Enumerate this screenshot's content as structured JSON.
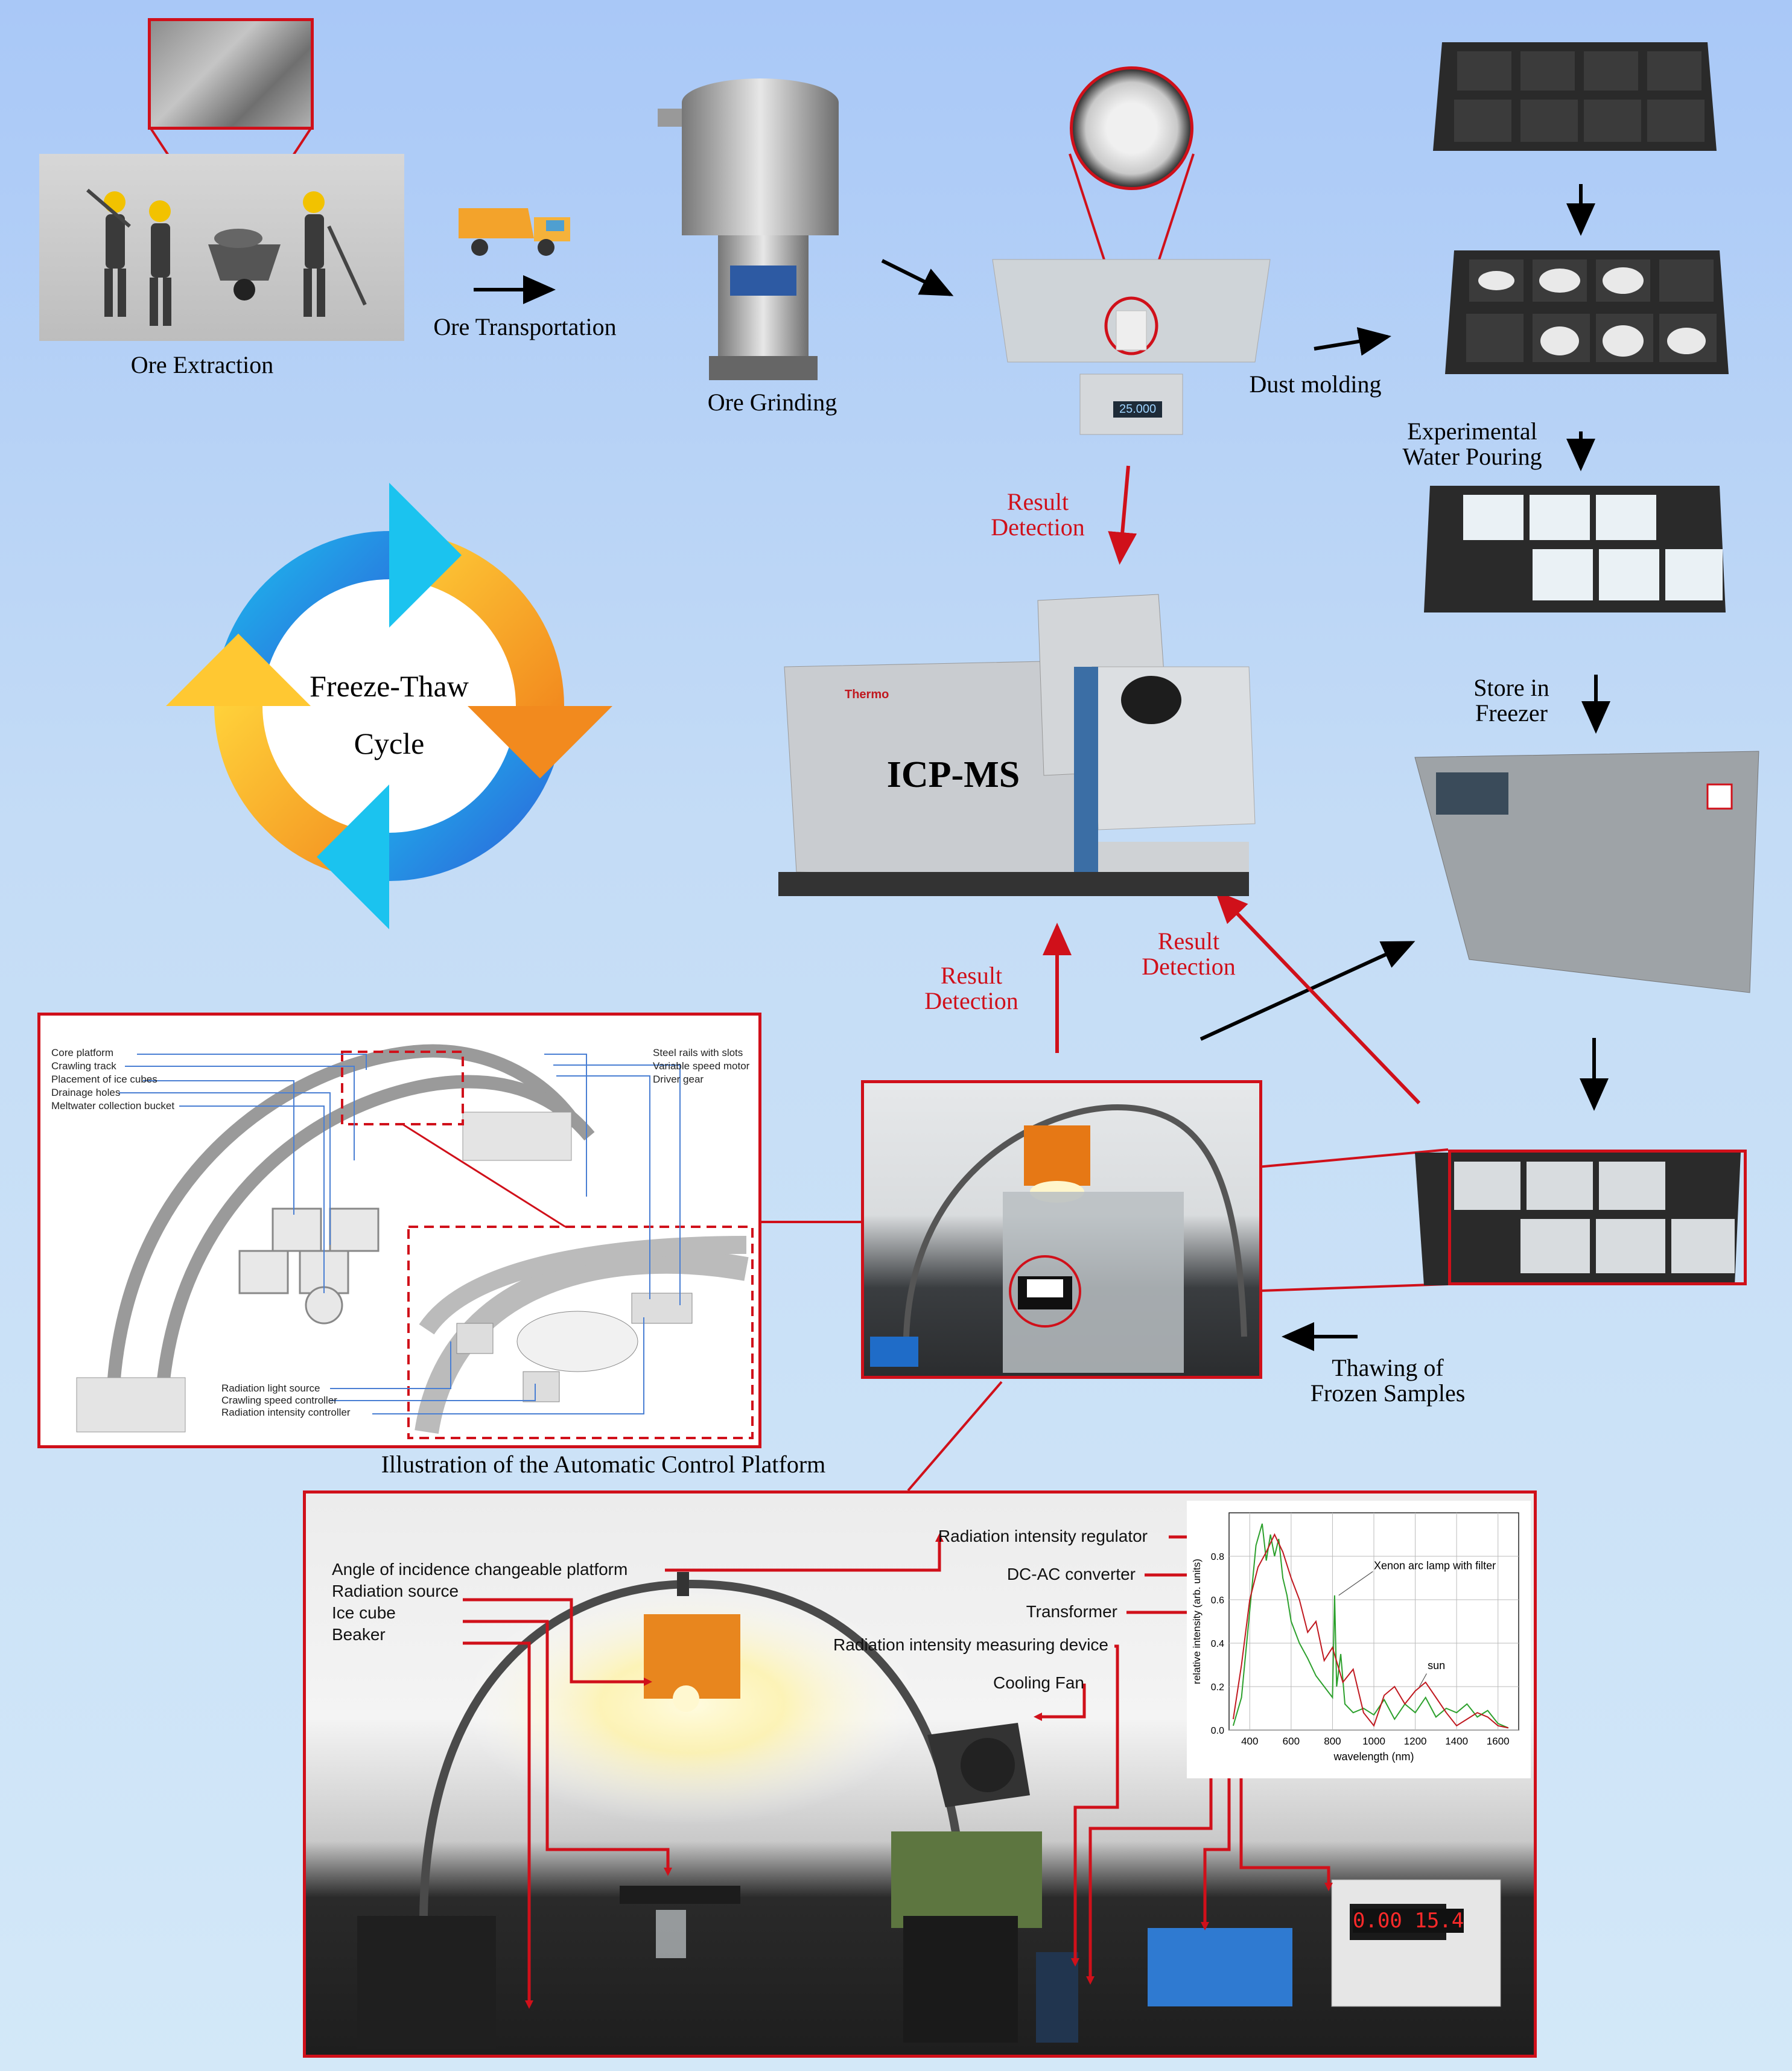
{
  "process": {
    "ore_extraction": "Ore Extraction",
    "ore_transportation": "Ore Transportation",
    "ore_grinding": "Ore Grinding",
    "dust_molding": "Dust molding",
    "water_pouring_1": "Experimental",
    "water_pouring_2": "Water Pouring",
    "store_freezer_1": "Store in",
    "store_freezer_2": "Freezer",
    "thawing_1": "Thawing of",
    "thawing_2": "Frozen Samples",
    "result_detection_1": "Result",
    "result_detection_2": "Detection",
    "icpms": "ICP-MS",
    "icpms_brand": "Thermo",
    "balance_readout": "25.000",
    "freeze_thaw_1": "Freeze-Thaw",
    "freeze_thaw_2": "Cycle"
  },
  "illustration": {
    "caption": "Illustration of the Automatic Control Platform",
    "left_labels": [
      "Core platform",
      "Crawling track",
      "Placement of ice cubes",
      "Drainage holes",
      "Meltwater collection bucket"
    ],
    "right_labels": [
      "Steel rails with slots",
      "Variable speed motor",
      "Driver gear"
    ],
    "bottom_labels": [
      "Radiation light source",
      "Crawling speed controller",
      "Radiation intensity controller"
    ]
  },
  "photo_annotations": {
    "left": [
      "Angle of incidence changeable platform",
      "Radiation source",
      "Ice cube",
      "Beaker"
    ],
    "right": [
      "Radiation intensity regulator",
      "DC-AC converter",
      "Transformer",
      "Radiation intensity measuring device",
      "Cooling Fan"
    ],
    "power_display": "0.00  15.4"
  },
  "colors": {
    "accent_red": "#d0101a",
    "background_top": "#a9c8f7",
    "background_bottom": "#d3e8f8"
  },
  "chart_data": {
    "type": "line",
    "title": "",
    "xlabel": "wavelength (nm)",
    "ylabel": "relative intensity (arb. units)",
    "xlim": [
      300,
      1700
    ],
    "ylim": [
      0,
      1.0
    ],
    "xticks": [
      400,
      600,
      800,
      1000,
      1200,
      1400,
      1600
    ],
    "yticks": [
      0.0,
      0.2,
      0.4,
      0.6,
      0.8
    ],
    "grid": true,
    "annotations": [
      "Xenon arc lamp with filter",
      "sun"
    ],
    "series": [
      {
        "name": "Xenon arc lamp with filter",
        "color": "#2ca02c",
        "x": [
          320,
          360,
          400,
          430,
          460,
          480,
          500,
          520,
          540,
          560,
          580,
          600,
          640,
          680,
          720,
          760,
          800,
          810,
          820,
          840,
          860,
          900,
          950,
          1000,
          1050,
          1100,
          1150,
          1200,
          1250,
          1300,
          1350,
          1400,
          1450,
          1500,
          1550,
          1600,
          1650
        ],
        "y": [
          0.02,
          0.15,
          0.55,
          0.85,
          0.95,
          0.78,
          0.9,
          0.8,
          0.88,
          0.7,
          0.62,
          0.5,
          0.4,
          0.33,
          0.25,
          0.2,
          0.15,
          0.62,
          0.2,
          0.35,
          0.12,
          0.08,
          0.1,
          0.07,
          0.14,
          0.05,
          0.12,
          0.08,
          0.15,
          0.06,
          0.1,
          0.08,
          0.12,
          0.06,
          0.09,
          0.03,
          0.01
        ]
      },
      {
        "name": "sun",
        "color": "#c0181f",
        "x": [
          320,
          360,
          400,
          440,
          480,
          520,
          560,
          600,
          640,
          680,
          720,
          760,
          800,
          850,
          900,
          950,
          1000,
          1050,
          1100,
          1150,
          1200,
          1250,
          1300,
          1350,
          1400,
          1450,
          1500,
          1550,
          1600,
          1650
        ],
        "y": [
          0.05,
          0.3,
          0.6,
          0.75,
          0.82,
          0.9,
          0.82,
          0.7,
          0.6,
          0.45,
          0.5,
          0.32,
          0.38,
          0.22,
          0.28,
          0.08,
          0.02,
          0.16,
          0.2,
          0.12,
          0.18,
          0.22,
          0.15,
          0.08,
          0.02,
          0.05,
          0.08,
          0.06,
          0.02,
          0.01
        ]
      }
    ]
  }
}
